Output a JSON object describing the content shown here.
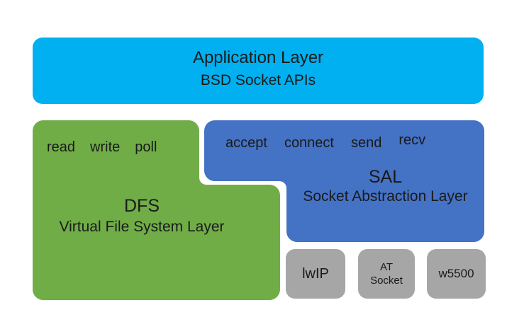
{
  "colors": {
    "app_layer": "#00B0F0",
    "dfs": "#70AD47",
    "sal": "#4472C4",
    "impl_box": "#A6A6A6",
    "text": "#1A1A1A",
    "background": "#FFFFFF"
  },
  "app_layer": {
    "title": "Application Layer",
    "subtitle": "BSD Socket APIs"
  },
  "dfs_layer": {
    "syscalls": [
      "read",
      "write",
      "poll"
    ],
    "abbr": "DFS",
    "name": "Virtual File System Layer"
  },
  "sal_layer": {
    "syscalls": [
      "accept",
      "connect",
      "send",
      "recv"
    ],
    "abbr": "SAL",
    "name": "Socket Abstraction Layer"
  },
  "implementations": [
    {
      "lines": [
        "lwIP"
      ]
    },
    {
      "lines": [
        "AT",
        "Socket"
      ]
    },
    {
      "lines": [
        "w5500"
      ]
    }
  ]
}
